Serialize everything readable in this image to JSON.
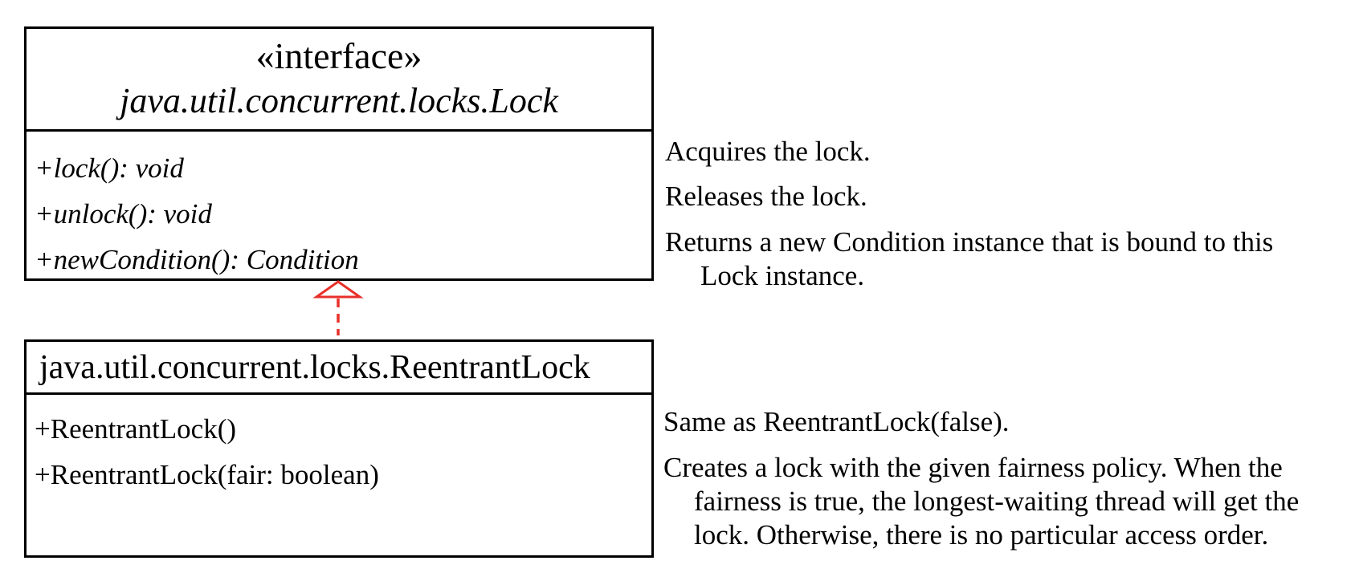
{
  "lock_interface": {
    "stereotype": "«interface»",
    "name": "java.util.concurrent.locks.Lock",
    "methods": [
      {
        "signature": "+lock(): void",
        "description": "Acquires the lock."
      },
      {
        "signature": "+unlock(): void",
        "description": "Releases the lock."
      },
      {
        "signature": "+newCondition(): Condition",
        "description_line1": "Returns a new Condition instance that is bound to this",
        "description_line2": "Lock instance."
      }
    ]
  },
  "reentrant_lock": {
    "name": "java.util.concurrent.locks.ReentrantLock",
    "methods": [
      {
        "signature": "+ReentrantLock()",
        "description": "Same as ReentrantLock(false)."
      },
      {
        "signature": "+ReentrantLock(fair: boolean)",
        "description_line1": "Creates a lock with the given fairness policy. When the",
        "description_line2": "fairness is true, the longest-waiting thread will get the",
        "description_line3": "lock. Otherwise, there is no particular access order."
      }
    ]
  },
  "relationship": {
    "type": "realization",
    "color": "#e8302a"
  }
}
